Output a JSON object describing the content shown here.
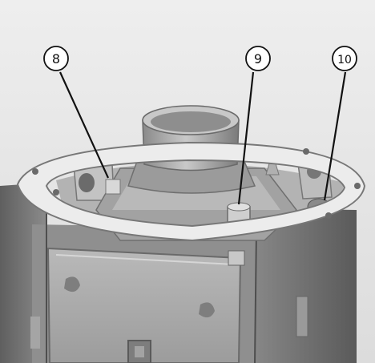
{
  "callouts": [
    {
      "id": "callout-8",
      "label": "8"
    },
    {
      "id": "callout-9",
      "label": "9"
    },
    {
      "id": "callout-10",
      "label": "10"
    }
  ],
  "colors": {
    "background": "#e6e6e6",
    "metal_light": "#cfcfcf",
    "metal_mid": "#a9a9a9",
    "metal_dark": "#6f6f6f",
    "ring": "#eeeeee",
    "callout_stroke": "#111111"
  }
}
